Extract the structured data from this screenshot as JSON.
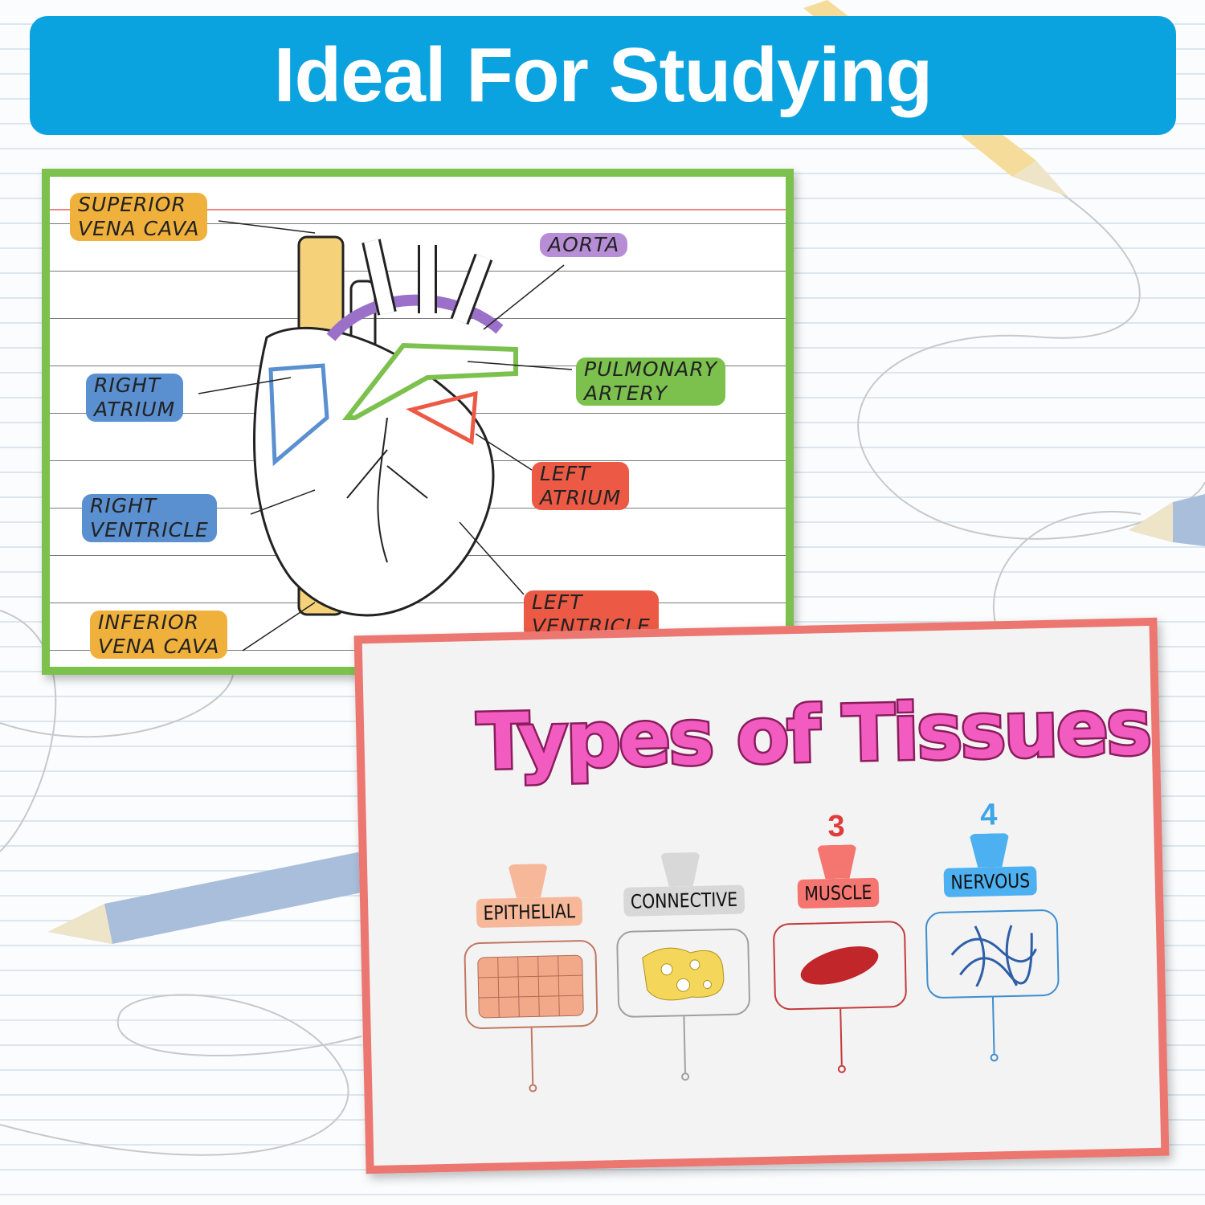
{
  "banner": {
    "title": "Ideal For Studying"
  },
  "heart_card": {
    "labels": {
      "superior_vena_cava": [
        "SUPERIOR",
        "VENA CAVA"
      ],
      "aorta": "AORTA",
      "pulmonary_artery": [
        "PULMONARY",
        "ARTERY"
      ],
      "right_atrium": [
        "RIGHT",
        "ATRIUM"
      ],
      "left_atrium": [
        "LEFT",
        "ATRIUM"
      ],
      "right_ventricle": [
        "RIGHT",
        "VENTRICLE"
      ],
      "left_ventricle": [
        "LEFT",
        "VENTRICLE"
      ],
      "inferior_vena_cava": [
        "INFERIOR",
        "VENA CAVA"
      ]
    },
    "colors": {
      "border": "#7cc14e",
      "orange": "#f0b03c",
      "purple": "#b78ed6",
      "green": "#7cc14e",
      "blue": "#5a8fd0",
      "red": "#ec5a45"
    }
  },
  "tissue_card": {
    "title": "Types of Tissues",
    "tissues": [
      {
        "number": "",
        "label": "EPITHELIAL",
        "color": "#f6b899",
        "line": "#c07860"
      },
      {
        "number": "",
        "label": "CONNECTIVE",
        "color": "#d8d8d8",
        "line": "#a0a0a0"
      },
      {
        "number": "3",
        "label": "MUSCLE",
        "color": "#f57570",
        "line": "#c43a3a"
      },
      {
        "number": "4",
        "label": "NERVOUS",
        "color": "#4db0f0",
        "line": "#3d8fd0"
      }
    ]
  }
}
